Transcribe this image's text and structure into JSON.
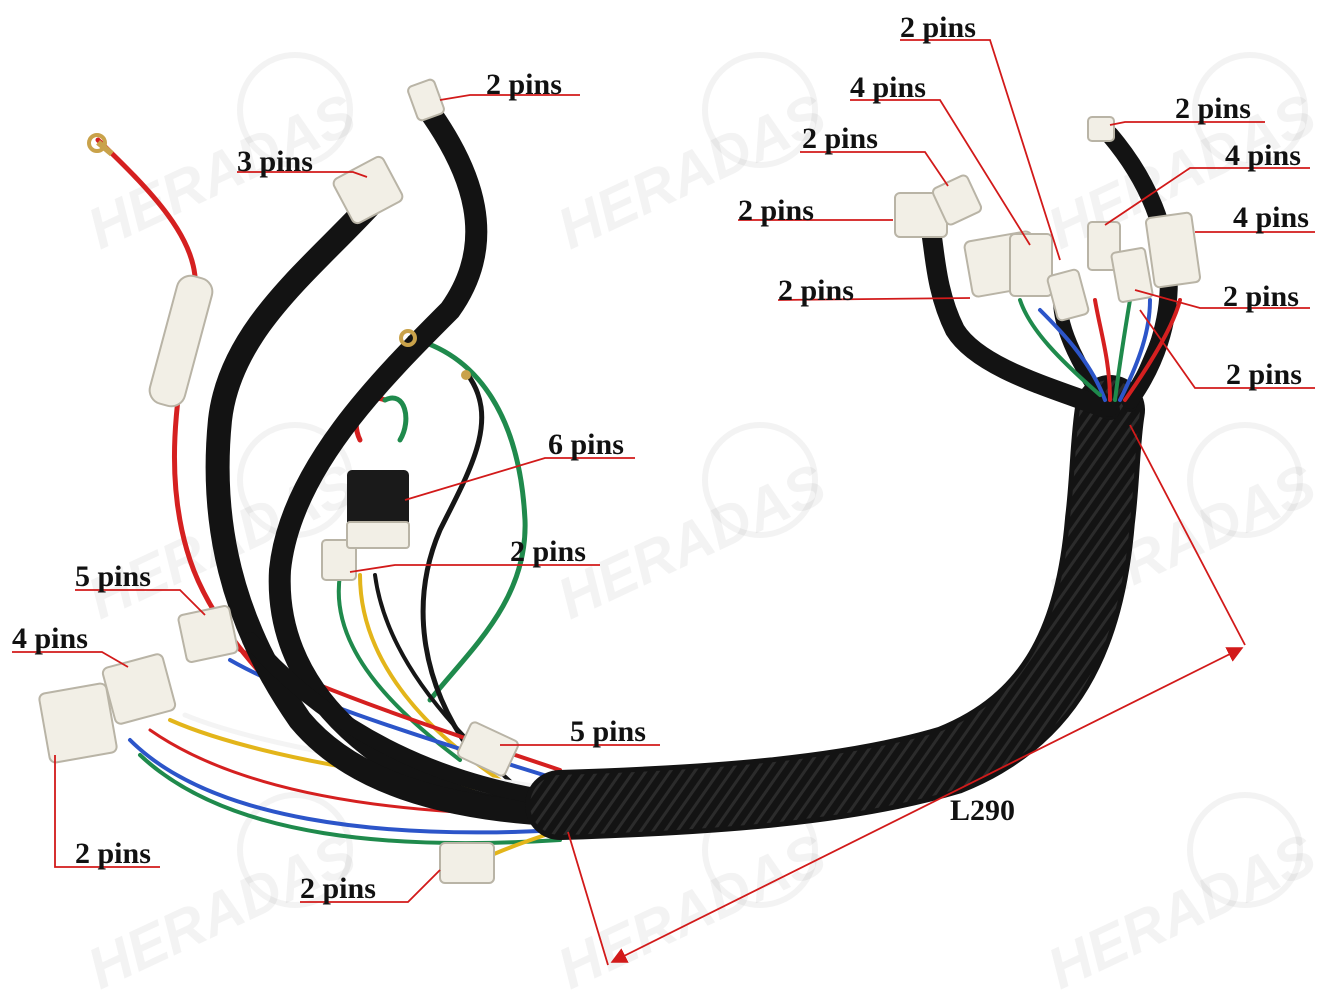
{
  "product": {
    "kind": "wiring harness photo",
    "watermark_icon": "seal-icon",
    "watermark_text": "HERADAS"
  },
  "colors": {
    "callout_line": "#d21a1a",
    "sheath": "#131313",
    "connector": "#f2efe6",
    "wire_red": "#d52020",
    "wire_green": "#1f8a4c",
    "wire_blue": "#2c55c9",
    "wire_yellow": "#e3b51a",
    "wire_white": "#f4f4f4",
    "wire_black": "#161616",
    "terminal": "#c9a24a"
  },
  "labels": {
    "c1": "2 pins",
    "c2": "3 pins",
    "c3": "6 pins",
    "c4": "2 pins",
    "c5": "5 pins",
    "c6": "4 pins",
    "c7": "2 pins",
    "c8": "5 pins",
    "c9": "2 pins",
    "c10": "2 pins",
    "c11": "4 pins",
    "c12": "2 pins",
    "c13": "2 pins",
    "c14": "2 pins",
    "c15": "2 pins",
    "c16": "4 pins",
    "c17": "4 pins",
    "c18": "2 pins",
    "c19": "2 pins"
  },
  "dimension": {
    "length_label": "L290"
  }
}
